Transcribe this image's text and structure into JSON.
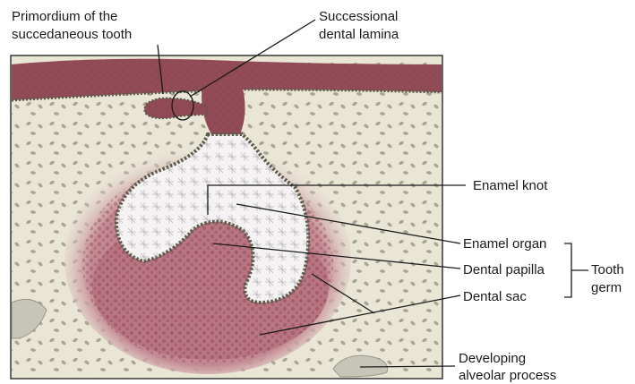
{
  "labels": {
    "primordium_line1": "Primordium of the",
    "primordium_line2": "succedaneous tooth",
    "lamina_line1": "Successional",
    "lamina_line2": "dental lamina",
    "enamel_knot": "Enamel knot",
    "enamel_organ": "Enamel organ",
    "dental_papilla": "Dental papilla",
    "dental_sac": "Dental sac",
    "tooth_line1": "Tooth",
    "tooth_line2": "germ",
    "alveolar_line1": "Developing",
    "alveolar_line2": "alveolar process"
  },
  "colors": {
    "mesenchyme": "#e9e6d6",
    "epithelium": "#8f4a55",
    "dental_sac": "#c98f98",
    "papilla": "#b87684",
    "stellate": "#f4f2f2",
    "bone": "#c7c4b8"
  }
}
